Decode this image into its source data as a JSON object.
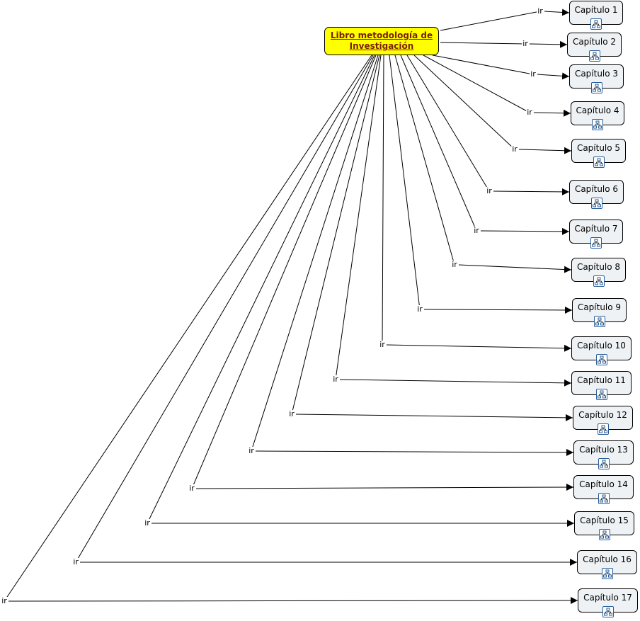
{
  "root": {
    "label": "Libro metodología de Investigación"
  },
  "link_label": "ir",
  "colors": {
    "root_fill": "#ffff00",
    "root_text": "#7a2000",
    "node_fill": "#eef2f5",
    "icon_accent": "#2a5f9a"
  },
  "icon": "concept-map-icon",
  "chapters": [
    {
      "label": "Capítulo 1"
    },
    {
      "label": "Capítulo 2"
    },
    {
      "label": "Capítulo 3"
    },
    {
      "label": "Capítulo 4"
    },
    {
      "label": "Capítulo 5"
    },
    {
      "label": "Capítulo 6"
    },
    {
      "label": "Capítulo 7"
    },
    {
      "label": "Capítulo 8"
    },
    {
      "label": "Capítulo 9"
    },
    {
      "label": "Capítulo 10"
    },
    {
      "label": "Capítulo 11"
    },
    {
      "label": "Capítulo 12"
    },
    {
      "label": "Capítulo 13"
    },
    {
      "label": "Capítulo 14"
    },
    {
      "label": "Capítulo 15"
    },
    {
      "label": "Capítulo 16"
    },
    {
      "label": "Capítulo 17"
    }
  ]
}
